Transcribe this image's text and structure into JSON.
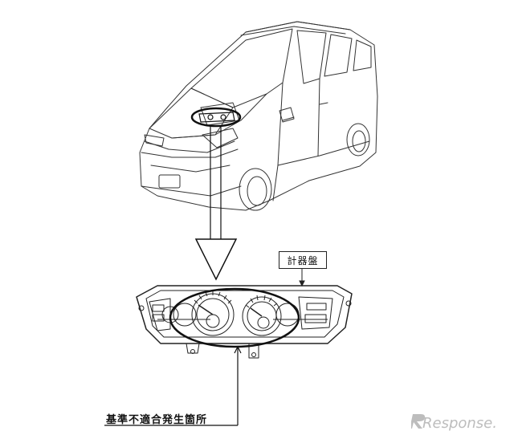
{
  "figure": {
    "meter_label": "計器盤",
    "defect_label": "基準不適合発生箇所"
  },
  "watermark": {
    "text": "Response.",
    "color": "#b5b5b5"
  }
}
